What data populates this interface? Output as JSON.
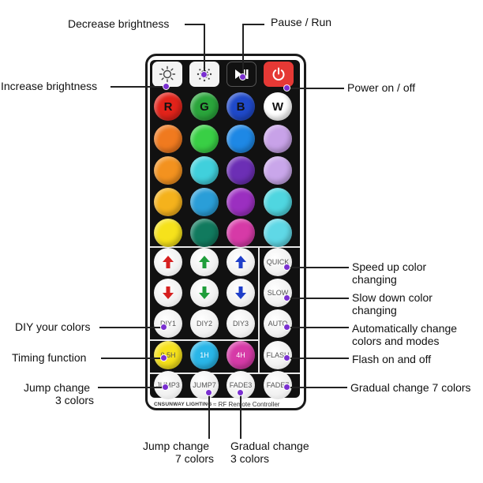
{
  "remote": {
    "brand": "CNSUNWAY LIGHTING",
    "rf_label": "RF Remote Controller",
    "color_letters": [
      "R",
      "G",
      "B",
      "W"
    ],
    "row_colors": {
      "r1": [
        "#e2231a",
        "#2aa53b",
        "#1f49c9",
        "#ffffff"
      ],
      "r2": [
        "#f07a1f",
        "#39cf45",
        "#1e88e5",
        "#c8a2e8"
      ],
      "r3": [
        "#f3921f",
        "#40d0dc",
        "#6c2fb5",
        "#c9a6ea"
      ],
      "r4": [
        "#f5b21c",
        "#2a9ed8",
        "#9b2fc0",
        "#4fd6e0"
      ],
      "r5": [
        "#f6e21b",
        "#117a5e",
        "#d63aa7",
        "#5fd8e6"
      ]
    },
    "arrow_colors": {
      "red": "#d61f1f",
      "green": "#1f9d3a",
      "blue": "#1f3fc9"
    },
    "diy": [
      "DIY1",
      "DIY2",
      "DIY3"
    ],
    "timers": [
      {
        "label": "0.5H",
        "color": "#f6e21b"
      },
      {
        "label": "1H",
        "color": "#29b6e8"
      },
      {
        "label": "4H",
        "color": "#d63aa7"
      }
    ],
    "mode_buttons": {
      "quick": "QUICK",
      "slow": "SLOW",
      "auto": "AUTO",
      "flash": "FLASH",
      "jump3": "JUMP3",
      "jump7": "JUMP7",
      "fade3": "FADE3",
      "fade7": "FADE7"
    },
    "icons": {
      "increase": "sun-outline-icon",
      "decrease": "sun-dotted-icon",
      "play_pause": "play-pause-icon",
      "power": "power-icon"
    },
    "power_color": "#e53935"
  },
  "annotations": {
    "decrease_brightness": "Decrease brightness",
    "pause_run": "Pause / Run",
    "increase_brightness": "Increase brightness",
    "power": "Power on / off",
    "speed_up_1": "Speed up color",
    "speed_up_2": "changing",
    "slow_down_1": "Slow down color",
    "slow_down_2": "changing",
    "diy": "DIY your colors",
    "auto_1": "Automatically change",
    "auto_2": "colors and modes",
    "timing": "Timing function",
    "flash": "Flash on and off",
    "jump3_1": "Jump change",
    "jump3_2": "3 colors",
    "fade7": "Gradual change 7 colors",
    "jump7_1": "Jump change",
    "jump7_2": "7 colors",
    "fade3_1": "Gradual change",
    "fade3_2": "3 colors"
  }
}
